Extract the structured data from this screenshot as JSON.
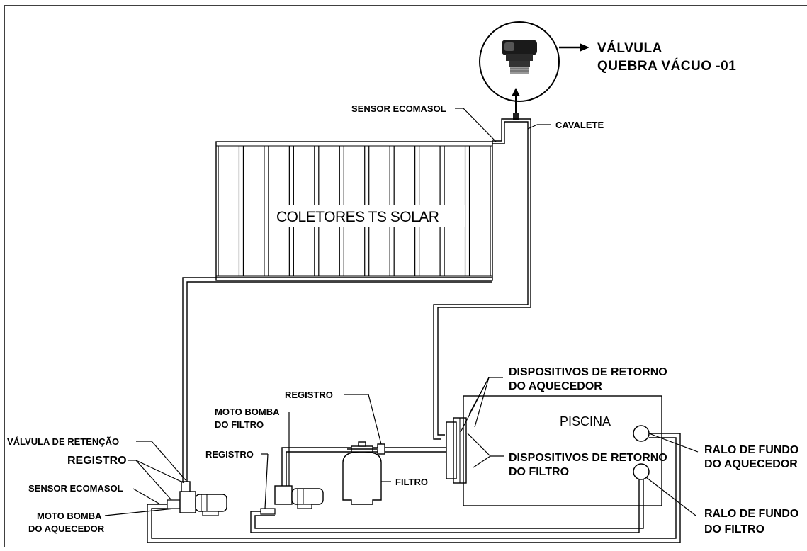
{
  "valve_callout": {
    "line1": "VÁLVULA",
    "line2": "QUEBRA VÁCUO -01",
    "icon": "vacuum-breaker-valve-icon"
  },
  "labels": {
    "sensor_top": "SENSOR ECOMASOL",
    "cavalete": "CAVALETE",
    "collectors": "COLETORES TS SOLAR",
    "retorno_aquecedor_1": "DISPOSITIVOS DE RETORNO",
    "retorno_aquecedor_2": "DO AQUECEDOR",
    "retorno_filtro_1": "DISPOSITIVOS DE RETORNO",
    "retorno_filtro_2": "DO FILTRO",
    "piscina": "PISCINA",
    "ralo_aquecedor_1": "RALO DE FUNDO",
    "ralo_aquecedor_2": "DO AQUECEDOR",
    "ralo_filtro_1": "RALO DE FUNDO",
    "ralo_filtro_2": "DO FILTRO",
    "registro_filtro_top": "REGISTRO",
    "moto_bomba_filtro_1": "MOTO BOMBA",
    "moto_bomba_filtro_2": "DO FILTRO",
    "registro_filtro_left": "REGISTRO",
    "filtro": "FILTRO",
    "valvula_retencao": "VÁLVULA DE RETENÇÃO",
    "registro_aquecedor": "REGISTRO",
    "sensor_bottom": "SENSOR ECOMASOL",
    "moto_bomba_aquecedor_1": "MOTO BOMBA",
    "moto_bomba_aquecedor_2": "DO AQUECEDOR"
  },
  "colors": {
    "line": "#000000",
    "background": "#ffffff"
  }
}
